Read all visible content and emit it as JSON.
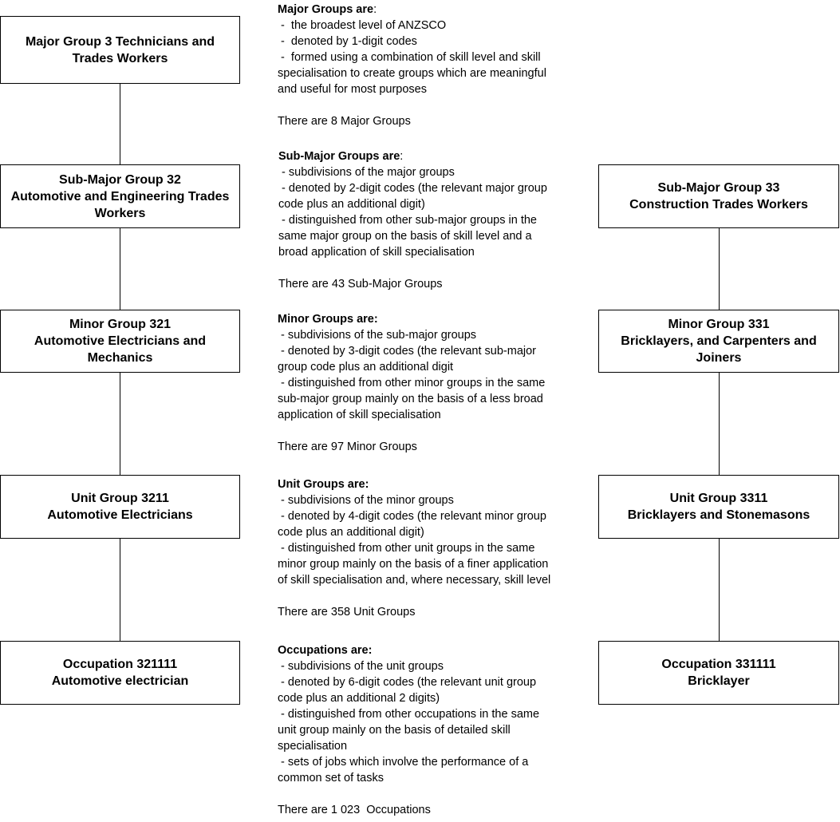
{
  "left_column": [
    {
      "line1": "Major Group 3 Technicians and",
      "line2": "Trades Workers",
      "line3": ""
    },
    {
      "line1": "Sub-Major Group 32",
      "line2": "Automotive and Engineering Trades",
      "line3": "Workers"
    },
    {
      "line1": "Minor Group 321",
      "line2": "Automotive Electricians and",
      "line3": "Mechanics"
    },
    {
      "line1": "Unit Group 3211",
      "line2": "Automotive Electricians",
      "line3": ""
    },
    {
      "line1": "Occupation 321111",
      "line2": "Automotive electrician",
      "line3": ""
    }
  ],
  "right_column": [
    {
      "line1": "Sub-Major Group 33",
      "line2": "Construction Trades Workers",
      "line3": ""
    },
    {
      "line1": "Minor Group 331",
      "line2": "Bricklayers, and Carpenters and",
      "line3": "Joiners"
    },
    {
      "line1": "Unit Group 3311",
      "line2": "Bricklayers and Stonemasons",
      "line3": ""
    },
    {
      "line1": "Occupation 331111",
      "line2": "Bricklayer",
      "line3": ""
    }
  ],
  "descriptions": [
    {
      "heading": "Major Groups are",
      "suffix": ":",
      "points": [
        " -  the broadest level of ANZSCO",
        " -  denoted by 1-digit codes",
        " -  formed using a combination of skill level and skill",
        "specialisation to create groups which are meaningful",
        "and useful for most purposes"
      ],
      "count": "There are 8 Major Groups"
    },
    {
      "heading": "Sub-Major Groups are",
      "suffix": ":",
      "points": [
        " - subdivisions of the major groups",
        " - denoted by 2-digit codes (the relevant major group",
        "code plus an additional digit)",
        " - distinguished from other sub-major groups in the",
        "same major group on the basis of skill level and a",
        "broad application of skill specialisation"
      ],
      "count": "There are 43 Sub-Major Groups"
    },
    {
      "heading": "Minor Groups are:",
      "suffix": "",
      "points": [
        " - subdivisions of the sub-major groups",
        " - denoted by 3-digit codes (the relevant sub-major",
        "group code plus an additional digit",
        " - distinguished from other minor groups in the same",
        "sub-major group mainly on the basis of a less broad",
        "application of skill specialisation"
      ],
      "count": "There are 97 Minor Groups"
    },
    {
      "heading": "Unit Groups are:",
      "suffix": "",
      "points": [
        " - subdivisions of the minor groups",
        " - denoted by 4-digit codes (the relevant minor group",
        "code plus an additional digit)",
        " - distinguished from other unit groups in the same",
        "minor group mainly on the basis of a finer application",
        "of skill specialisation and, where necessary, skill level"
      ],
      "count": "There are 358 Unit Groups"
    },
    {
      "heading": "Occupations are:",
      "suffix": "",
      "points": [
        " - subdivisions of the unit groups",
        " - denoted by 6-digit codes (the relevant unit group",
        "code plus an additional 2 digits)",
        " - distinguished from other occupations in the same",
        "unit group mainly on the basis of detailed skill",
        "specialisation",
        " - sets of jobs which involve the performance of a",
        "common set of tasks"
      ],
      "count": "There are 1 023  Occupations"
    }
  ]
}
